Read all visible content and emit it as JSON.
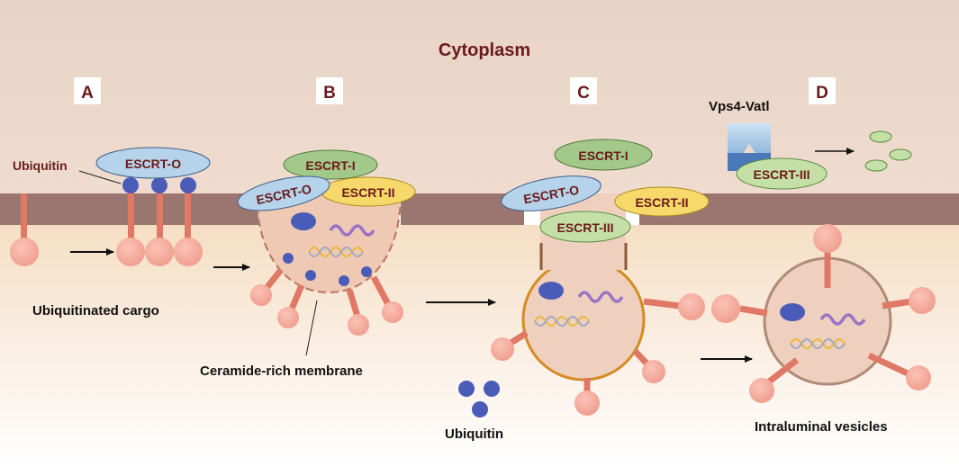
{
  "title": "Cytoplasm",
  "panels": [
    "A",
    "B",
    "C",
    "D"
  ],
  "labels": {
    "ubiquitin_top": "Ubiquitin",
    "ubiquitinated_cargo": "Ubiquitinated cargo",
    "ceramide": "Ceramide-rich membrane",
    "ubiquitin_bottom": "Ubiquitin",
    "vps4": "Vps4-Vatl",
    "intraluminal": "Intraluminal vesicles"
  },
  "complexes": {
    "escrt_o": "ESCRT-O",
    "escrt_i": "ESCRT-I",
    "escrt_ii": "ESCRT-II",
    "escrt_iii": "ESCRT-III"
  },
  "colors": {
    "title": "#6b1a1a",
    "complex_text": "#6b1a1a",
    "membrane": "#9b7670",
    "cytoplasm": "#ecd9cc",
    "escrt_o_fill": "#b5d3ea",
    "escrt_i_fill": "#a3c98a",
    "escrt_ii_fill": "#f6d96a",
    "escrt_iii_fill": "#c5e0a6",
    "ubiquitin": "#4b5cb8",
    "cargo_head": "#f2a89a",
    "cargo_stem": "#e07866",
    "vesicle_border": "#d58a22",
    "ilv_border": "#b08a78",
    "rna": "#9a72c6"
  }
}
